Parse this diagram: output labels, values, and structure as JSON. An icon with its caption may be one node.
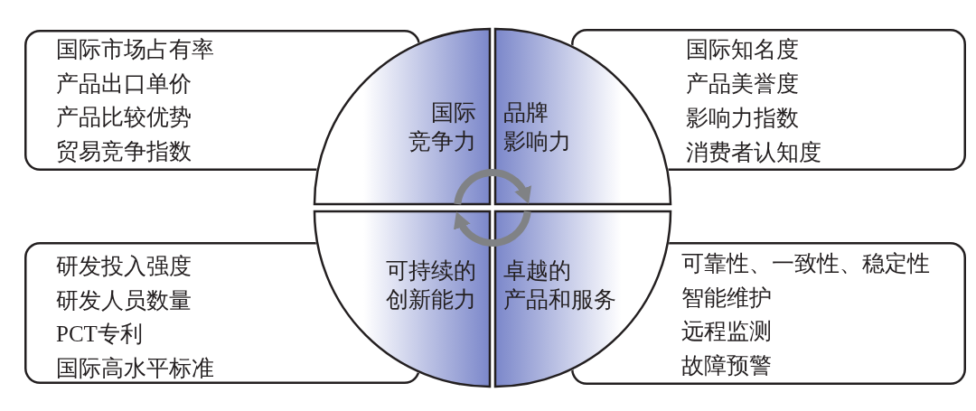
{
  "diagram": {
    "nodes": [
      {
        "text": [
          "国际市场占有率",
          "产品出口单价",
          "产品比较优势",
          "贸易竞争指数"
        ]
      },
      {
        "text": [
          "国际竞争力"
        ]
      },
      {
        "text": [
          "品牌影响力"
        ]
      },
      {
        "text": [
          "国际知名度",
          "产品美誉度",
          "影响力指数",
          "消费者认知度"
        ]
      },
      {
        "text": [
          "研发投入强度",
          "研发人员数量",
          "PCT专利",
          "国际高水平标准"
        ]
      },
      {
        "text": [
          "可持续的创新能力"
        ]
      },
      {
        "text": [
          "卓越的产品和服务"
        ]
      },
      {
        "text": [
          "可靠性、一致性、稳定性",
          "智能维护",
          "远程监测",
          "故障预警"
        ]
      }
    ],
    "edges": [
      {
        "from": 1,
        "to": 2,
        "arrow": "to"
      },
      {
        "from": 6,
        "to": 5,
        "arrow": "to"
      }
    ]
  }
}
